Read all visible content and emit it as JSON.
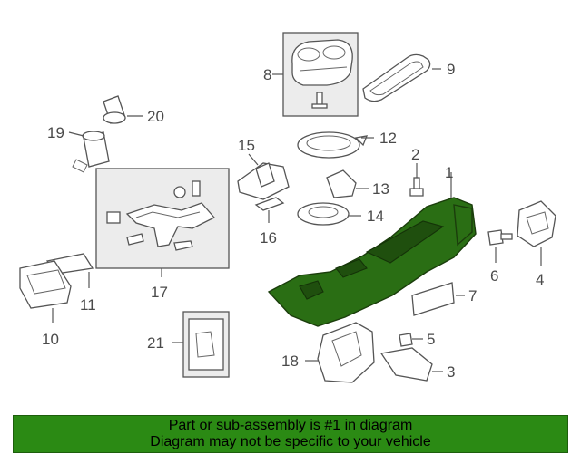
{
  "callouts": {
    "c1": "1",
    "c2": "2",
    "c3": "3",
    "c4": "4",
    "c5": "5",
    "c6": "6",
    "c7": "7",
    "c8": "8",
    "c9": "9",
    "c10": "10",
    "c11": "11",
    "c12": "12",
    "c13": "13",
    "c14": "14",
    "c15": "15",
    "c16": "16",
    "c17": "17",
    "c18": "18",
    "c19": "19",
    "c20": "20",
    "c21": "21"
  },
  "banner": {
    "line1": "Part or sub-assembly is #1 in diagram",
    "line2": "Diagram may not be specific to your vehicle"
  },
  "colors": {
    "highlight": "#2a6e14",
    "banner": "#2b8a14",
    "inset": "#ececec"
  }
}
